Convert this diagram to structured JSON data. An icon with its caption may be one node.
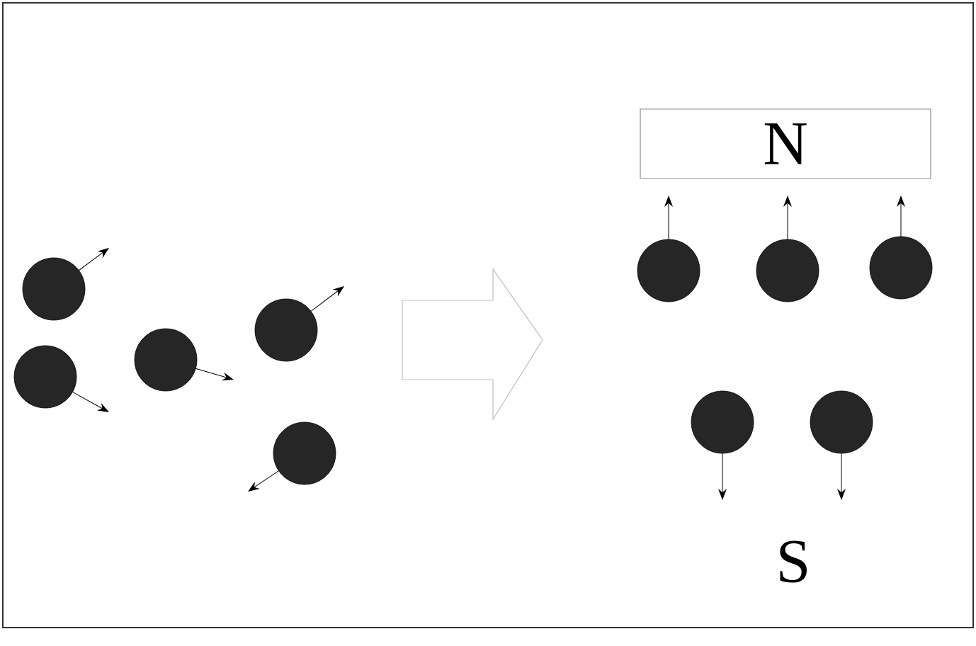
{
  "diagram": {
    "nodes": [
      {
        "text": [],
        "shape": "circle"
      },
      {
        "text": [],
        "shape": "circle"
      },
      {
        "text": [],
        "shape": "circle"
      },
      {
        "text": [],
        "shape": "circle"
      },
      {
        "text": [],
        "shape": "circle"
      },
      {
        "text": [
          "N"
        ]
      },
      {
        "text": [],
        "shape": "circle"
      },
      {
        "text": [],
        "shape": "circle"
      },
      {
        "text": [],
        "shape": "circle"
      },
      {
        "text": [],
        "shape": "circle"
      },
      {
        "text": [],
        "shape": "circle"
      },
      {
        "text": [
          "S"
        ]
      }
    ]
  }
}
